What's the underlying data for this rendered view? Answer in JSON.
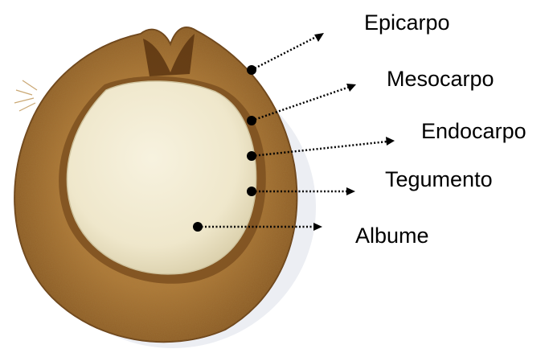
{
  "labels": {
    "epicarpo": "Epicarpo",
    "mesocarpo": "Mesocarpo",
    "endocarpo": "Endocarpo",
    "tegumento": "Tegumento",
    "albume": "Albume"
  },
  "colors": {
    "background": "#ffffff",
    "husk_outer": "#8a5a22",
    "husk_mid": "#b7843f",
    "husk_inner": "#6f4417",
    "kernel": "#f0ead2",
    "kernel_shadow": "#d8cfae",
    "shadow": "#dfe3ea",
    "pointer": "#000000"
  }
}
